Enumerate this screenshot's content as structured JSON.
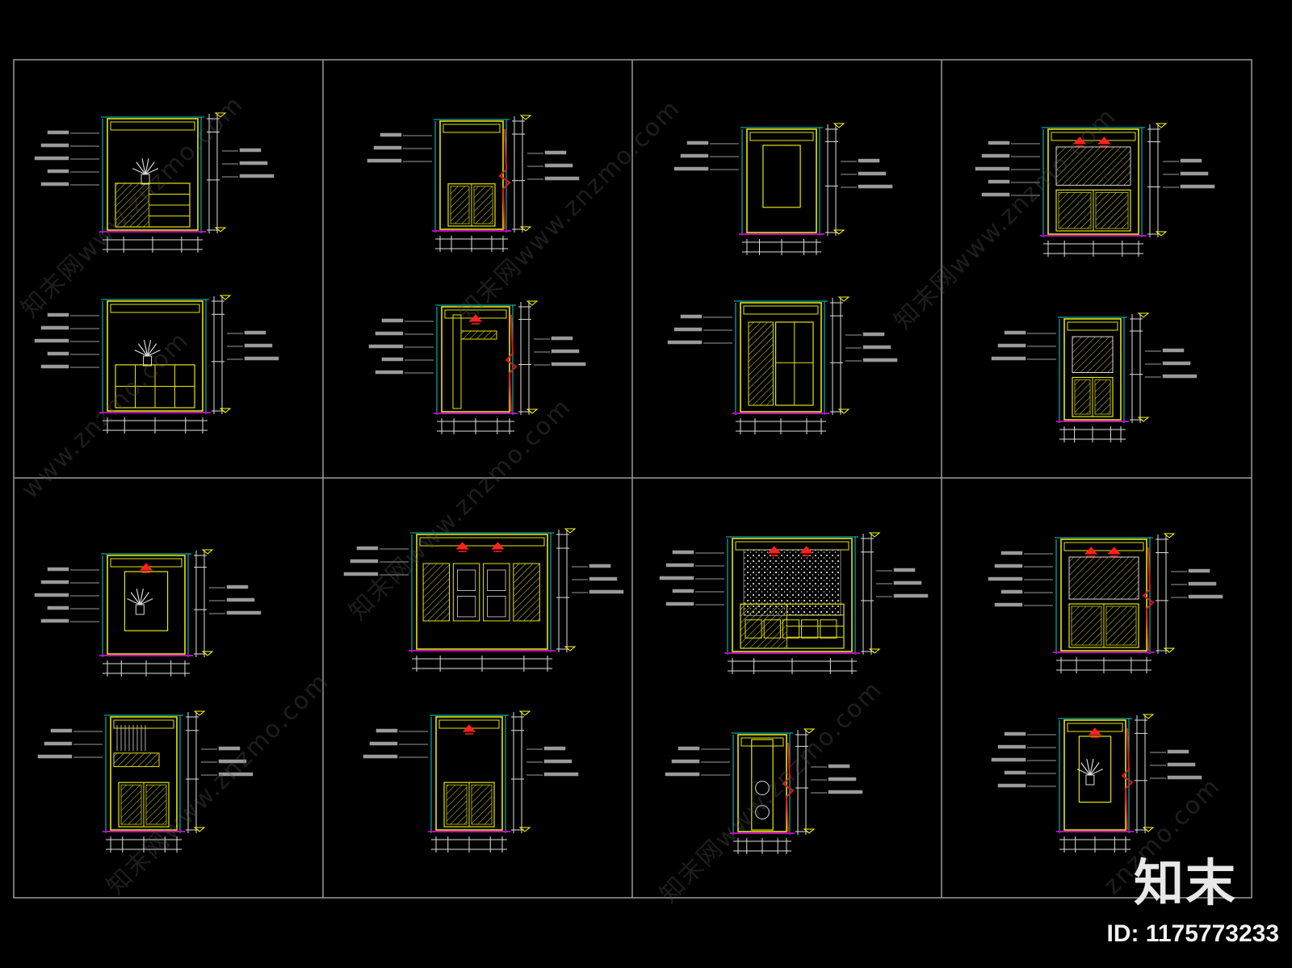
{
  "colors": {
    "background": "#000000",
    "frame": "#9a9a9a",
    "wall": "#e6e600",
    "dimension": "#00d2d2",
    "floor": "#c000c0",
    "lamp": "#ff2020",
    "break_line": "#e01818",
    "callout": "#9a9a9a",
    "watermark": "#5a5a5a"
  },
  "watermarks": [
    "知末网www.znzmo.com",
    "知末网www.znzmo.com",
    "知末网www.znzmo.com",
    "www.znzmo.com",
    "知末网www.znzmo.com",
    "知末网www.znzmo.com",
    "知末网www.znzmo.com",
    "znzmo.com"
  ],
  "brand": {
    "logo": "知末",
    "id_label": "ID: 1175773233"
  },
  "panels": [
    {
      "drawings": [
        {
          "id": "elev-1a",
          "features": [
            "cabinet",
            "drawers",
            "plant"
          ]
        },
        {
          "id": "elev-1b",
          "features": [
            "cabinet",
            "grid-doors",
            "plant"
          ]
        }
      ]
    },
    {
      "drawings": [
        {
          "id": "elev-2a",
          "features": [
            "cabinet",
            "break-line"
          ]
        },
        {
          "id": "elev-2b",
          "features": [
            "shelf",
            "break-line",
            "lamp"
          ]
        }
      ]
    },
    {
      "drawings": [
        {
          "id": "elev-3a",
          "features": [
            "niche"
          ]
        },
        {
          "id": "elev-3b",
          "features": [
            "double-doors"
          ]
        }
      ]
    },
    {
      "drawings": [
        {
          "id": "elev-4a",
          "features": [
            "mirror",
            "lamps",
            "cabinet"
          ]
        },
        {
          "id": "elev-4b",
          "features": [
            "mirror",
            "cabinet"
          ]
        }
      ]
    },
    {
      "drawings": [
        {
          "id": "elev-5a",
          "features": [
            "niche",
            "lamp",
            "plant"
          ]
        },
        {
          "id": "elev-5b",
          "features": [
            "panelled-wall",
            "cabinet"
          ]
        }
      ]
    },
    {
      "drawings": [
        {
          "id": "elev-6a",
          "features": [
            "lattice-doors",
            "lamps"
          ]
        },
        {
          "id": "elev-6b",
          "features": [
            "cabinet",
            "lamp"
          ]
        }
      ]
    },
    {
      "drawings": [
        {
          "id": "elev-7a",
          "features": [
            "stone-wall",
            "lamps",
            "drawers"
          ]
        },
        {
          "id": "elev-7b",
          "features": [
            "column",
            "break-line"
          ]
        }
      ]
    },
    {
      "drawings": [
        {
          "id": "elev-8a",
          "features": [
            "mirror",
            "lamps",
            "cabinet",
            "break-line"
          ]
        },
        {
          "id": "elev-8b",
          "features": [
            "niche",
            "lamp",
            "plant",
            "break-line"
          ]
        }
      ]
    }
  ]
}
